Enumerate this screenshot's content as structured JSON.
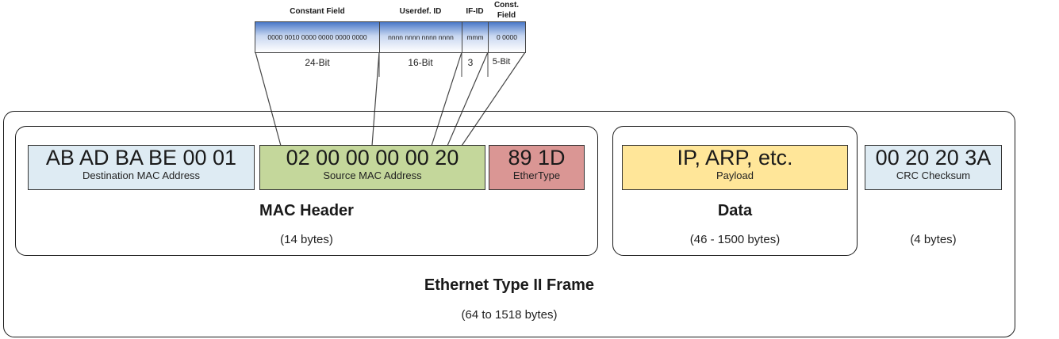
{
  "top_fields": {
    "headers": {
      "constant": "Constant Field",
      "userdef": "Userdef. ID",
      "ifid": "IF-ID",
      "const_line1": "Const.",
      "const_line2": "Field"
    },
    "values": {
      "constant": "0000 0010  0000 0000  0000 0000",
      "userdef": "nnnn nnnn  nnnn nnnn",
      "ifid": "mmm",
      "const": "0 0000"
    },
    "bits": {
      "constant": "24-Bit",
      "userdef": "16-Bit",
      "ifid": "3",
      "const": "5-Bit"
    }
  },
  "frame": {
    "title": "Ethernet Type II Frame",
    "size": "(64 to 1518 bytes)"
  },
  "mac_header": {
    "title": "MAC Header",
    "size": "(14 bytes)",
    "dest": {
      "value": "AB AD BA BE 00 01",
      "label": "Destination MAC Address",
      "color": "#deebf3"
    },
    "src": {
      "value": "02 00 00 00 00 20",
      "label": "Source MAC Address",
      "color": "#c4d79b"
    },
    "ethertype": {
      "value": "89 1D",
      "label": "EtherType",
      "color": "#da9694"
    }
  },
  "data": {
    "title": "Data",
    "size": "(46 - 1500 bytes)",
    "payload": {
      "value": "IP, ARP, etc.",
      "label": "Payload",
      "color": "#ffe699"
    }
  },
  "crc": {
    "size": "(4 bytes)",
    "field": {
      "value": "00 20 20 3A",
      "label": "CRC Checksum",
      "color": "#deebf3"
    }
  }
}
